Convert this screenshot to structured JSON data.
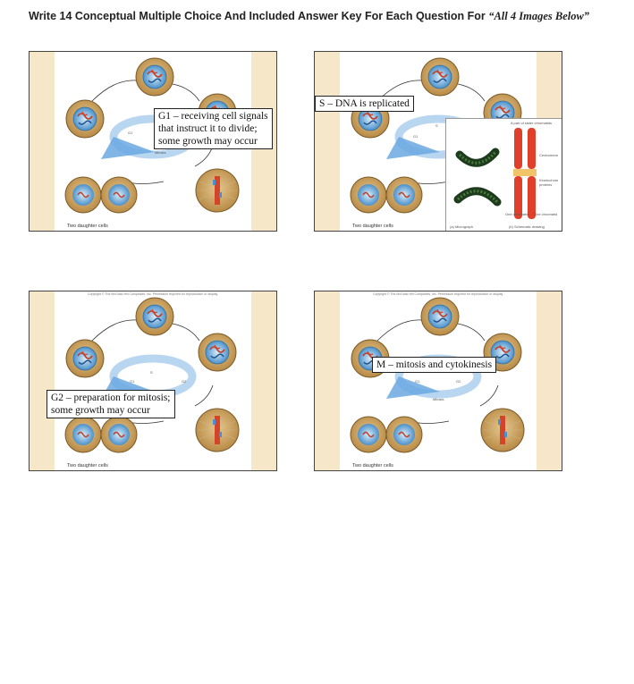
{
  "heading": {
    "prefix": "Write 14 Conceptual Multiple Choice And Included Answer Key For Each Question For ",
    "italic": "“All 4 Images Below”"
  },
  "panels": [
    {
      "callout_lines": [
        "G1 – receiving cell signals",
        "that instruct it to divide;",
        "some growth may occur"
      ],
      "caption": "Two daughter cells"
    },
    {
      "callout_lines": [
        "S – DNA is replicated"
      ],
      "caption": "Two daughter cells",
      "inset": {
        "label_top": "A pair of sister chromatids",
        "label_centromere": "Centromere",
        "label_kinetochore": "Kinetochore proteins",
        "label_micrograph": "(a) Micrograph",
        "label_drawing": "(b) Schematic drawing",
        "label_one": "One chromatid",
        "label_one_b": "One chromatid"
      }
    },
    {
      "callout_lines": [
        "G2 – preparation for mitosis;",
        "some growth may occur"
      ],
      "caption": "Two daughter cells",
      "copyright": "Copyright © The McGraw-Hill Companies, Inc. Permission required for reproduction or display."
    },
    {
      "callout_lines": [
        "M – mitosis and cytokinesis"
      ],
      "caption": "Two daughter cells",
      "copyright": "Copyright © The McGraw-Hill Companies, Inc. Permission required for reproduction or display."
    }
  ],
  "cycle_labels": {
    "g1": "G1",
    "s": "S",
    "g2": "G2",
    "mitosis": "Mitosis"
  },
  "colors": {
    "cell_tan": "#c9a46a",
    "cell_edge": "#8a6a34",
    "nucleus_blue": "#5aa3d8",
    "chromosome_red": "#d4442a",
    "arrow_blue": "#6aa8e0",
    "background_cream": "#f6e7c8"
  }
}
